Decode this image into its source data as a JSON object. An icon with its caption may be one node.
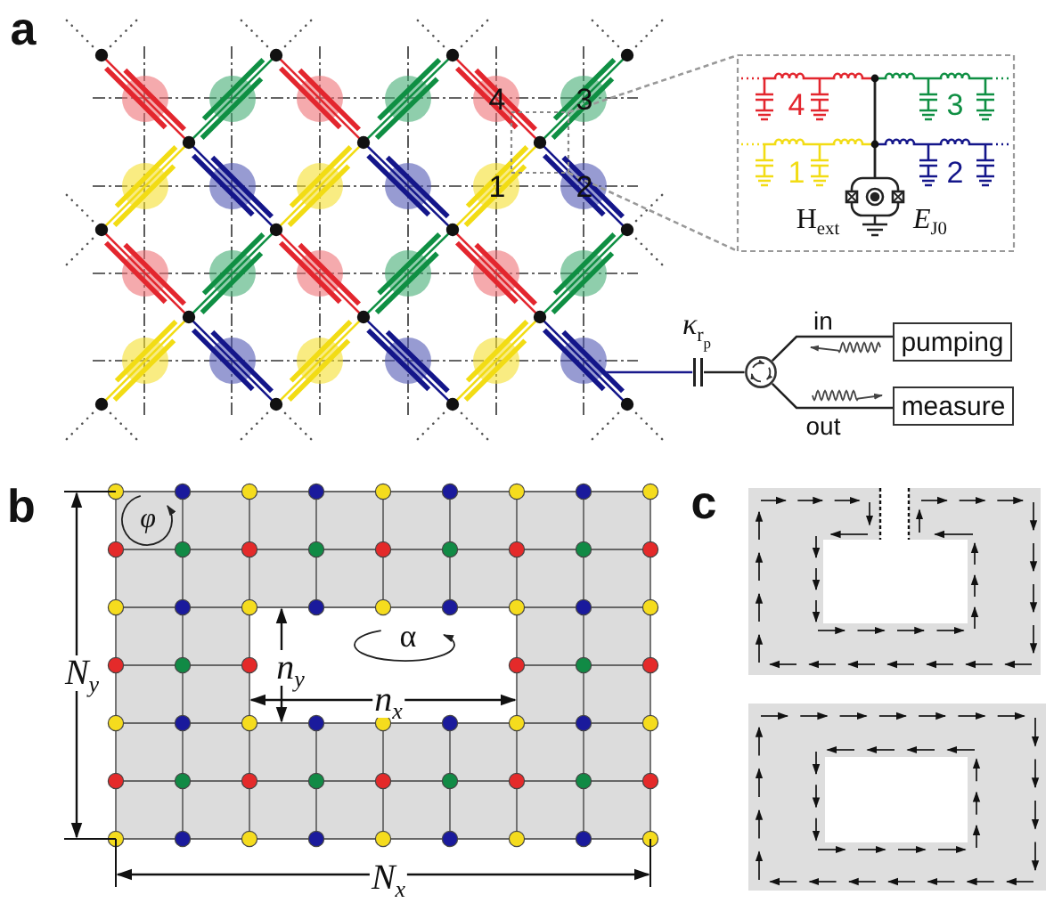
{
  "diagram": {
    "nodes": [
      {
        "text": [],
        "shape": "box"
      },
      {
        "text": [],
        "shape": "box"
      },
      {
        "text": [],
        "shape": "picture"
      },
      {
        "text": [],
        "shape": "capacitor",
        "beside": [
          "*κ*$_{r}$$_{p}$"
        ]
      },
      {
        "text": [],
        "shape": "circle"
      },
      {
        "text": [
          "pumping"
        ]
      },
      {
        "text": [
          "measure"
        ]
      }
    ],
    "edges": [
      {
        "from": 0,
        "to": 1,
        "arrow": "none",
        "style": "dashed",
        "color": "#999999"
      },
      {
        "from": 0,
        "to": 1,
        "arrow": "none",
        "style": "dashed",
        "color": "#999999"
      },
      {
        "from": 2,
        "to": 3,
        "arrow": "none",
        "color": "#1a1a8c"
      },
      {
        "from": 3,
        "to": 4,
        "arrow": "none"
      },
      {
        "from": 4,
        "to": 5,
        "arrow": "none",
        "label": "in"
      },
      {
        "from": 4,
        "to": 6,
        "arrow": "none",
        "label": "out"
      }
    ],
    "labels": [
      "a",
      "4",
      "3",
      "1",
      "2",
      "4",
      "3",
      "1",
      "2",
      "H$_{ext}$",
      "*E*$_{J0}$",
      "b",
      "c",
      "φ",
      "α",
      "N$_{y}$",
      "n$_{y}$",
      "n$_{x}$",
      "N$_{x}$"
    ]
  }
}
